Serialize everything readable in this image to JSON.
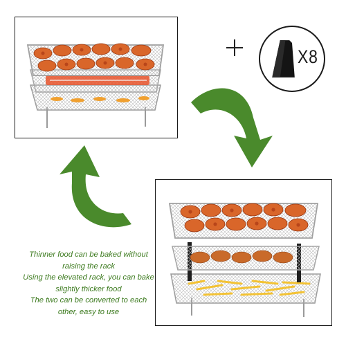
{
  "accessory": {
    "quantity_label": "X8"
  },
  "caption": {
    "lines": [
      "Thinner food can be baked without",
      "raising the rack",
      "Using the elevated rack, you can bake",
      "slightly thicker food",
      "The two can be converted to each",
      "other, easy to use"
    ]
  },
  "colors": {
    "arrow_green": "#4a8a2c",
    "caption_green": "#3c7a1e",
    "wing_orange": "#d9662a",
    "frame_border": "#1a1a1a"
  },
  "icons": [
    "plus-icon",
    "rack-clip-icon",
    "curved-arrow-down-icon",
    "curved-arrow-up-icon"
  ]
}
